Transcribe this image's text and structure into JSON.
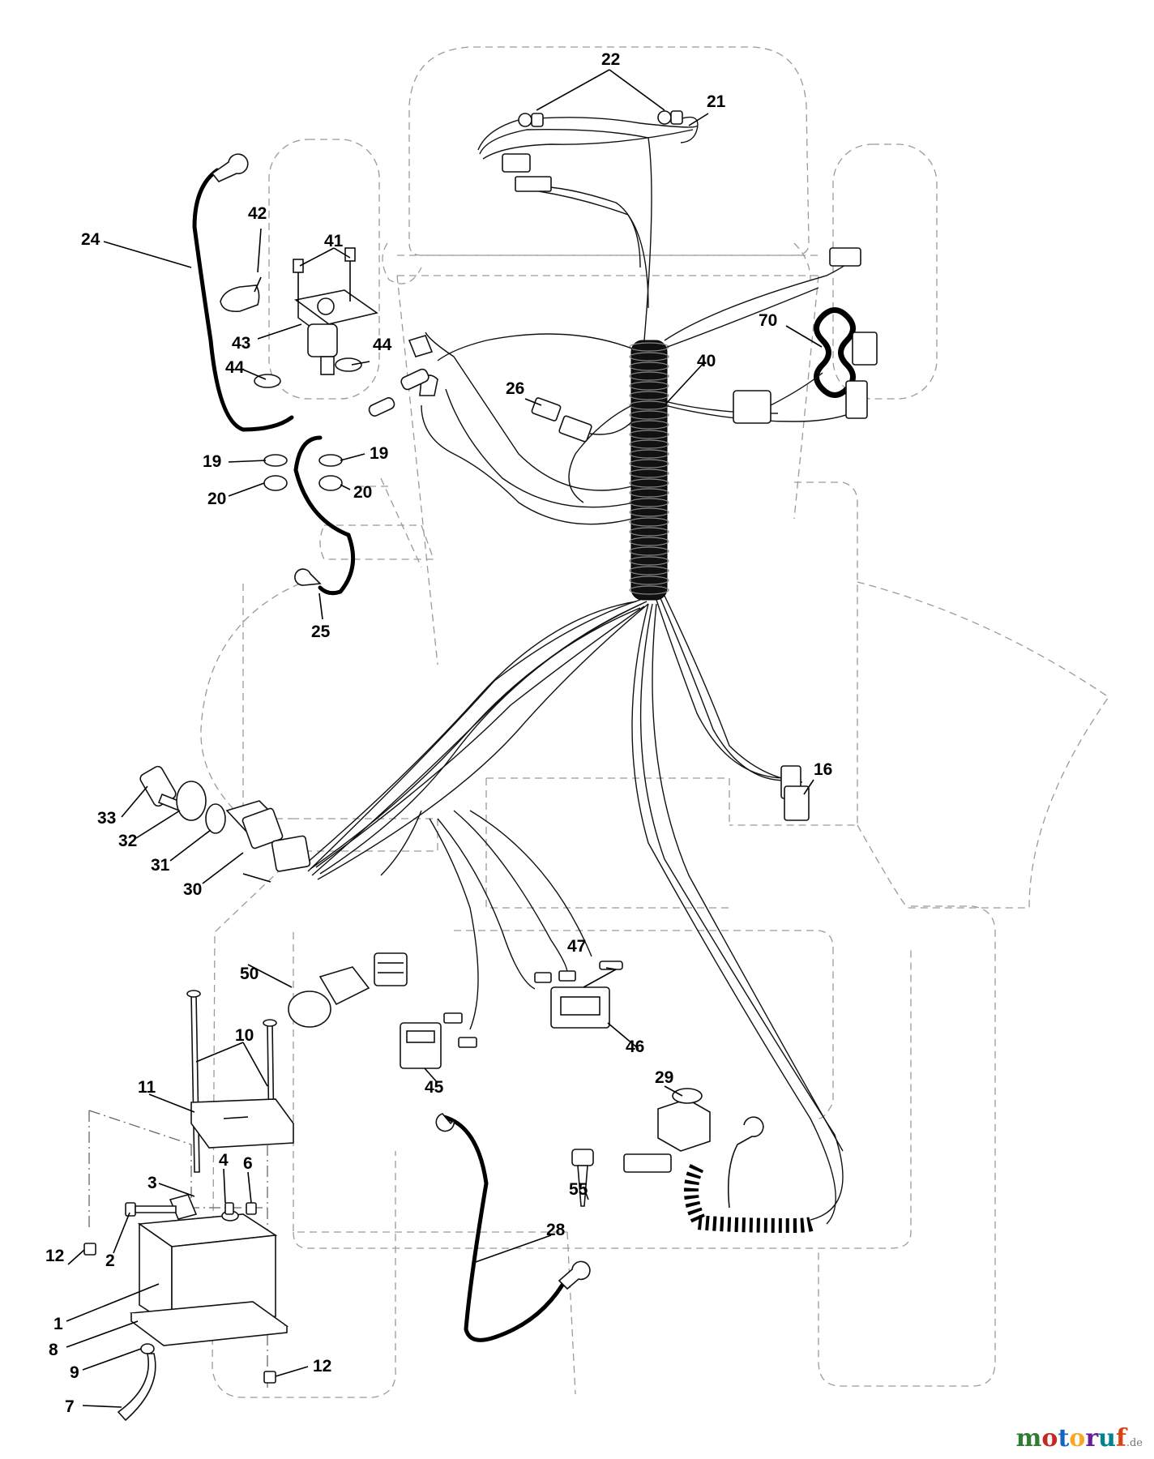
{
  "callouts": [
    {
      "id": "n1",
      "label": "1"
    },
    {
      "id": "n2",
      "label": "2"
    },
    {
      "id": "n3",
      "label": "3"
    },
    {
      "id": "n4",
      "label": "4"
    },
    {
      "id": "n6",
      "label": "6"
    },
    {
      "id": "n7",
      "label": "7"
    },
    {
      "id": "n8",
      "label": "8"
    },
    {
      "id": "n9",
      "label": "9"
    },
    {
      "id": "n10",
      "label": "10"
    },
    {
      "id": "n11",
      "label": "11"
    },
    {
      "id": "n12a",
      "label": "12"
    },
    {
      "id": "n12b",
      "label": "12"
    },
    {
      "id": "n16",
      "label": "16"
    },
    {
      "id": "n19a",
      "label": "19"
    },
    {
      "id": "n19b",
      "label": "19"
    },
    {
      "id": "n20a",
      "label": "20"
    },
    {
      "id": "n20b",
      "label": "20"
    },
    {
      "id": "n21",
      "label": "21"
    },
    {
      "id": "n22",
      "label": "22"
    },
    {
      "id": "n24",
      "label": "24"
    },
    {
      "id": "n25",
      "label": "25"
    },
    {
      "id": "n26",
      "label": "26"
    },
    {
      "id": "n28",
      "label": "28"
    },
    {
      "id": "n29",
      "label": "29"
    },
    {
      "id": "n30",
      "label": "30"
    },
    {
      "id": "n31",
      "label": "31"
    },
    {
      "id": "n32",
      "label": "32"
    },
    {
      "id": "n33",
      "label": "33"
    },
    {
      "id": "n40",
      "label": "40"
    },
    {
      "id": "n41",
      "label": "41"
    },
    {
      "id": "n42",
      "label": "42"
    },
    {
      "id": "n43",
      "label": "43"
    },
    {
      "id": "n44a",
      "label": "44"
    },
    {
      "id": "n44b",
      "label": "44"
    },
    {
      "id": "n45",
      "label": "45"
    },
    {
      "id": "n46",
      "label": "46"
    },
    {
      "id": "n47",
      "label": "47"
    },
    {
      "id": "n50",
      "label": "50"
    },
    {
      "id": "n55",
      "label": "55"
    },
    {
      "id": "n70",
      "label": "70"
    }
  ],
  "watermark": {
    "brand": "motoruf",
    "domain": ".de",
    "colors": [
      "#2e7d32",
      "#c62828",
      "#1565c0",
      "#f9a825",
      "#6a1b9a",
      "#00838f",
      "#d84315"
    ]
  }
}
